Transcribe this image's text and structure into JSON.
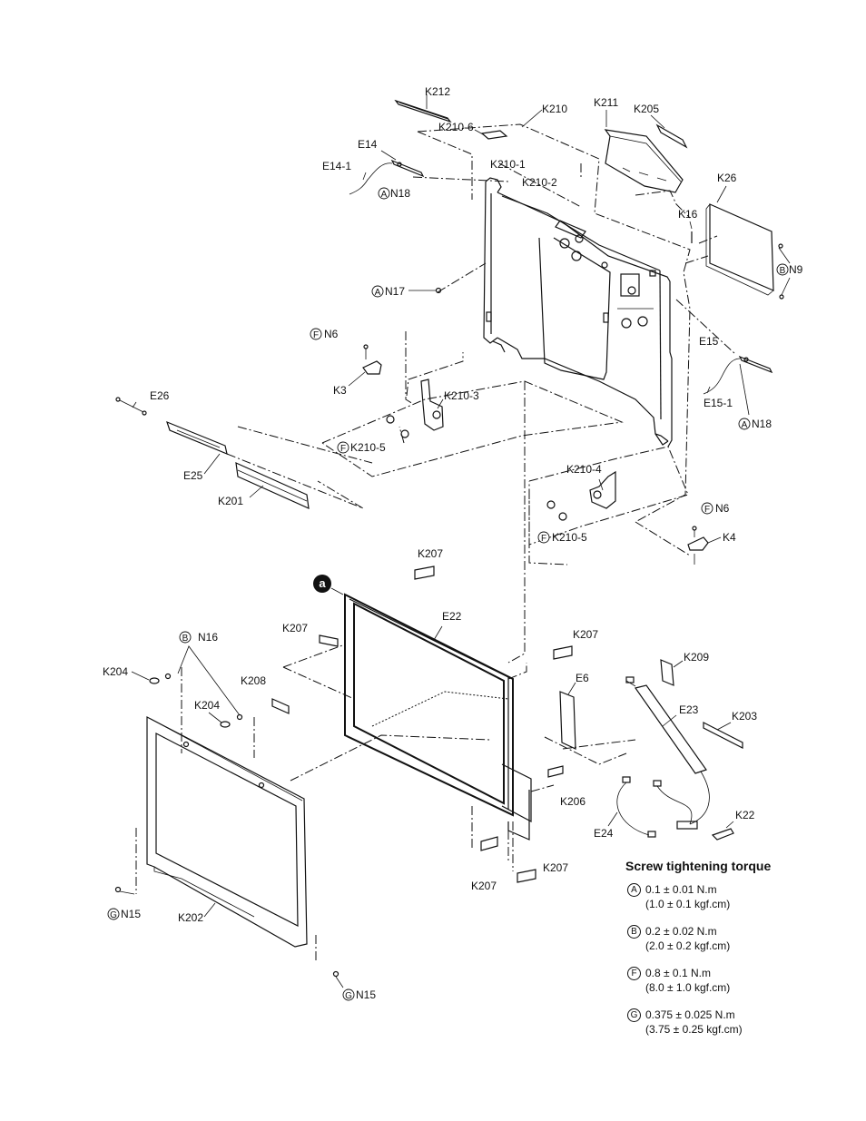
{
  "labels": {
    "K212": "K212",
    "K210": "K210",
    "K211": "K211",
    "K205": "K205",
    "K210_6": "K210-6",
    "E14": "E14",
    "K210_1": "K210-1",
    "E14_1": "E14-1",
    "K210_2": "K210-2",
    "N18": "N18",
    "K26": "K26",
    "K16": "K16",
    "N9": "N9",
    "N17": "N17",
    "N6": "N6",
    "E15": "E15",
    "K3": "K3",
    "E15_1": "E15-1",
    "E26": "E26",
    "K210_3": "K210-3",
    "K210_5": "K210-5",
    "E25": "E25",
    "K201": "K201",
    "K210_4": "K210-4",
    "K4": "K4",
    "K207": "K207",
    "E22": "E22",
    "N16": "N16",
    "K209": "K209",
    "K204": "K204",
    "K208": "K208",
    "E6": "E6",
    "E23": "E23",
    "K203": "K203",
    "K206": "K206",
    "K22": "K22",
    "E24": "E24",
    "N15": "N15",
    "K202": "K202",
    "a": "a"
  },
  "badges": {
    "A": "A",
    "B": "B",
    "F": "F",
    "G": "G"
  },
  "torque": {
    "title": "Screw tightening torque",
    "items": [
      {
        "badge": "A",
        "value": "0.1 ± 0.01 N.m",
        "alt": "(1.0 ± 0.1 kgf.cm)"
      },
      {
        "badge": "B",
        "value": "0.2 ± 0.02 N.m",
        "alt": "(2.0 ± 0.2 kgf.cm)"
      },
      {
        "badge": "F",
        "value": "0.8 ± 0.1 N.m",
        "alt": "(8.0 ± 1.0 kgf.cm)"
      },
      {
        "badge": "G",
        "value": "0.375 ± 0.025 N.m",
        "alt": "(3.75 ± 0.25 kgf.cm)"
      }
    ]
  }
}
